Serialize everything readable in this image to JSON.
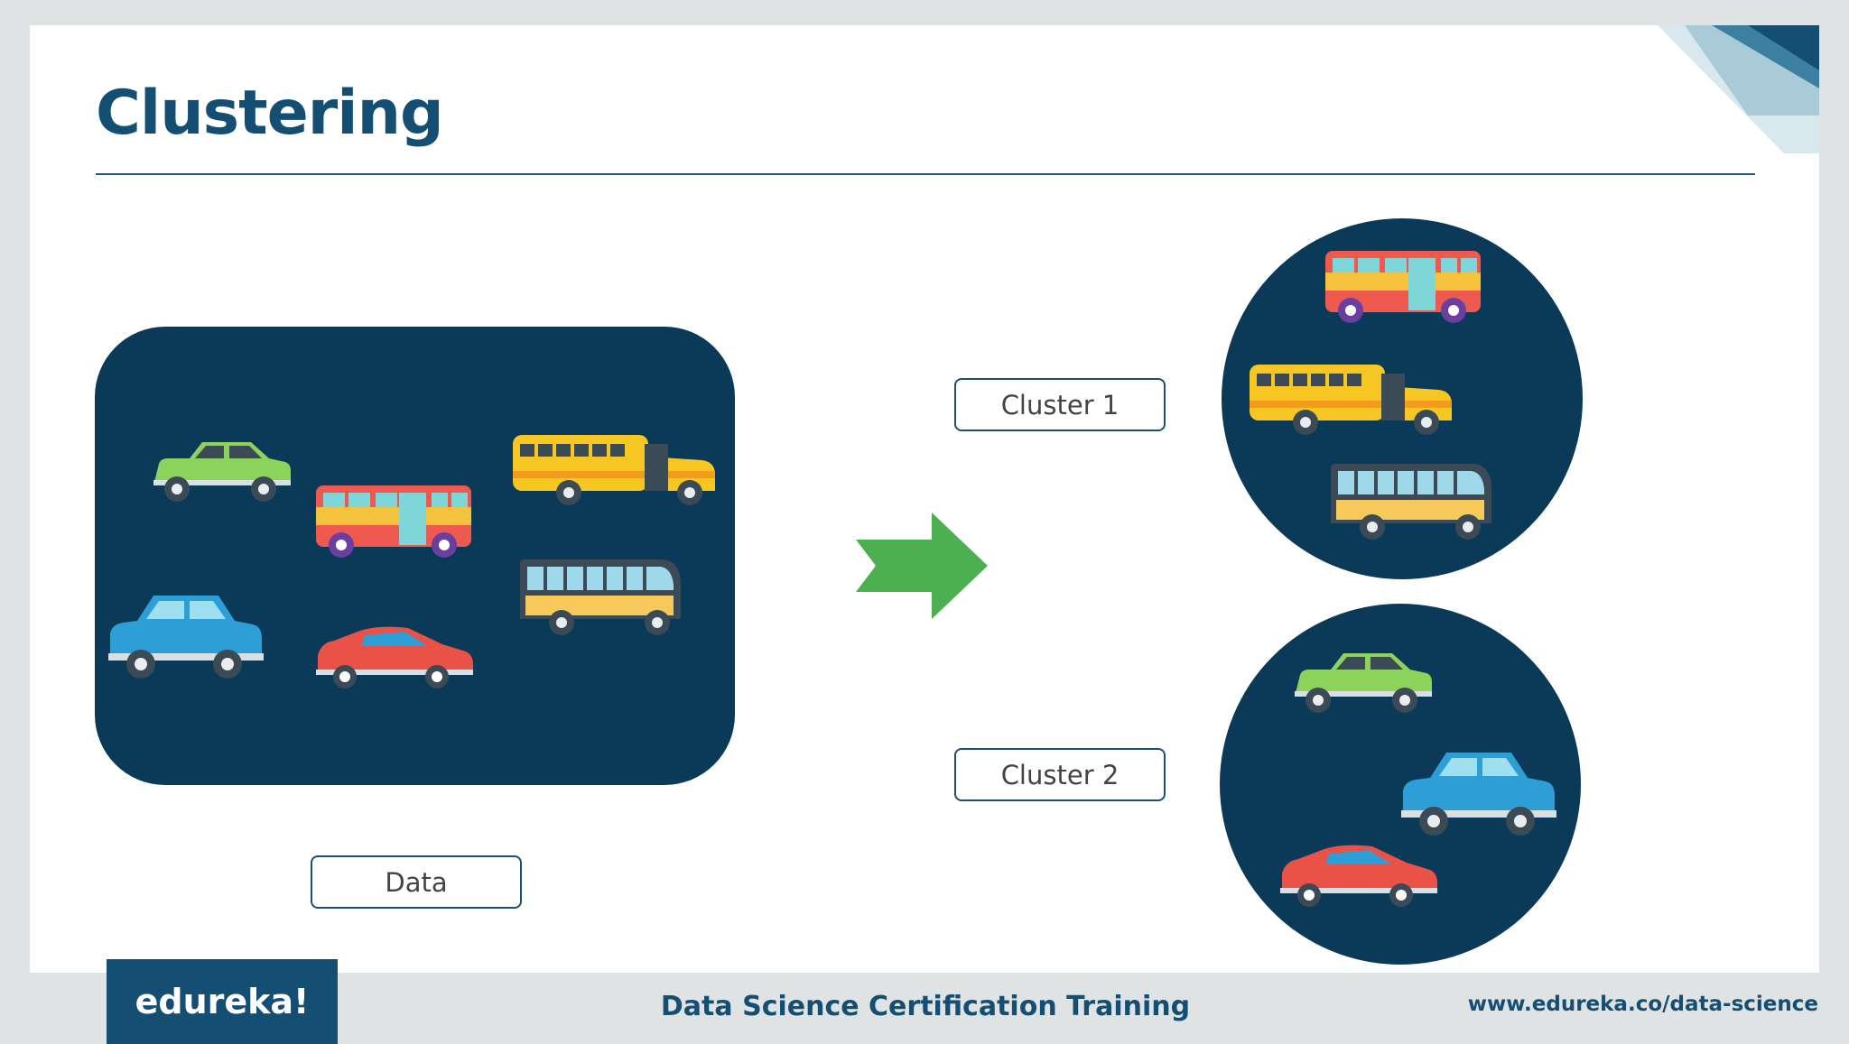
{
  "slide": {
    "title": "Clustering"
  },
  "labels": {
    "data": "Data",
    "cluster1": "Cluster 1",
    "cluster2": "Cluster 2"
  },
  "footer": {
    "brand": "edureka!",
    "course": "Data Science Certification Training",
    "url": "www.edureka.co/data-science"
  },
  "colors": {
    "title": "#144e72",
    "panel": "#0a3a58",
    "arrow": "#4caf50"
  }
}
